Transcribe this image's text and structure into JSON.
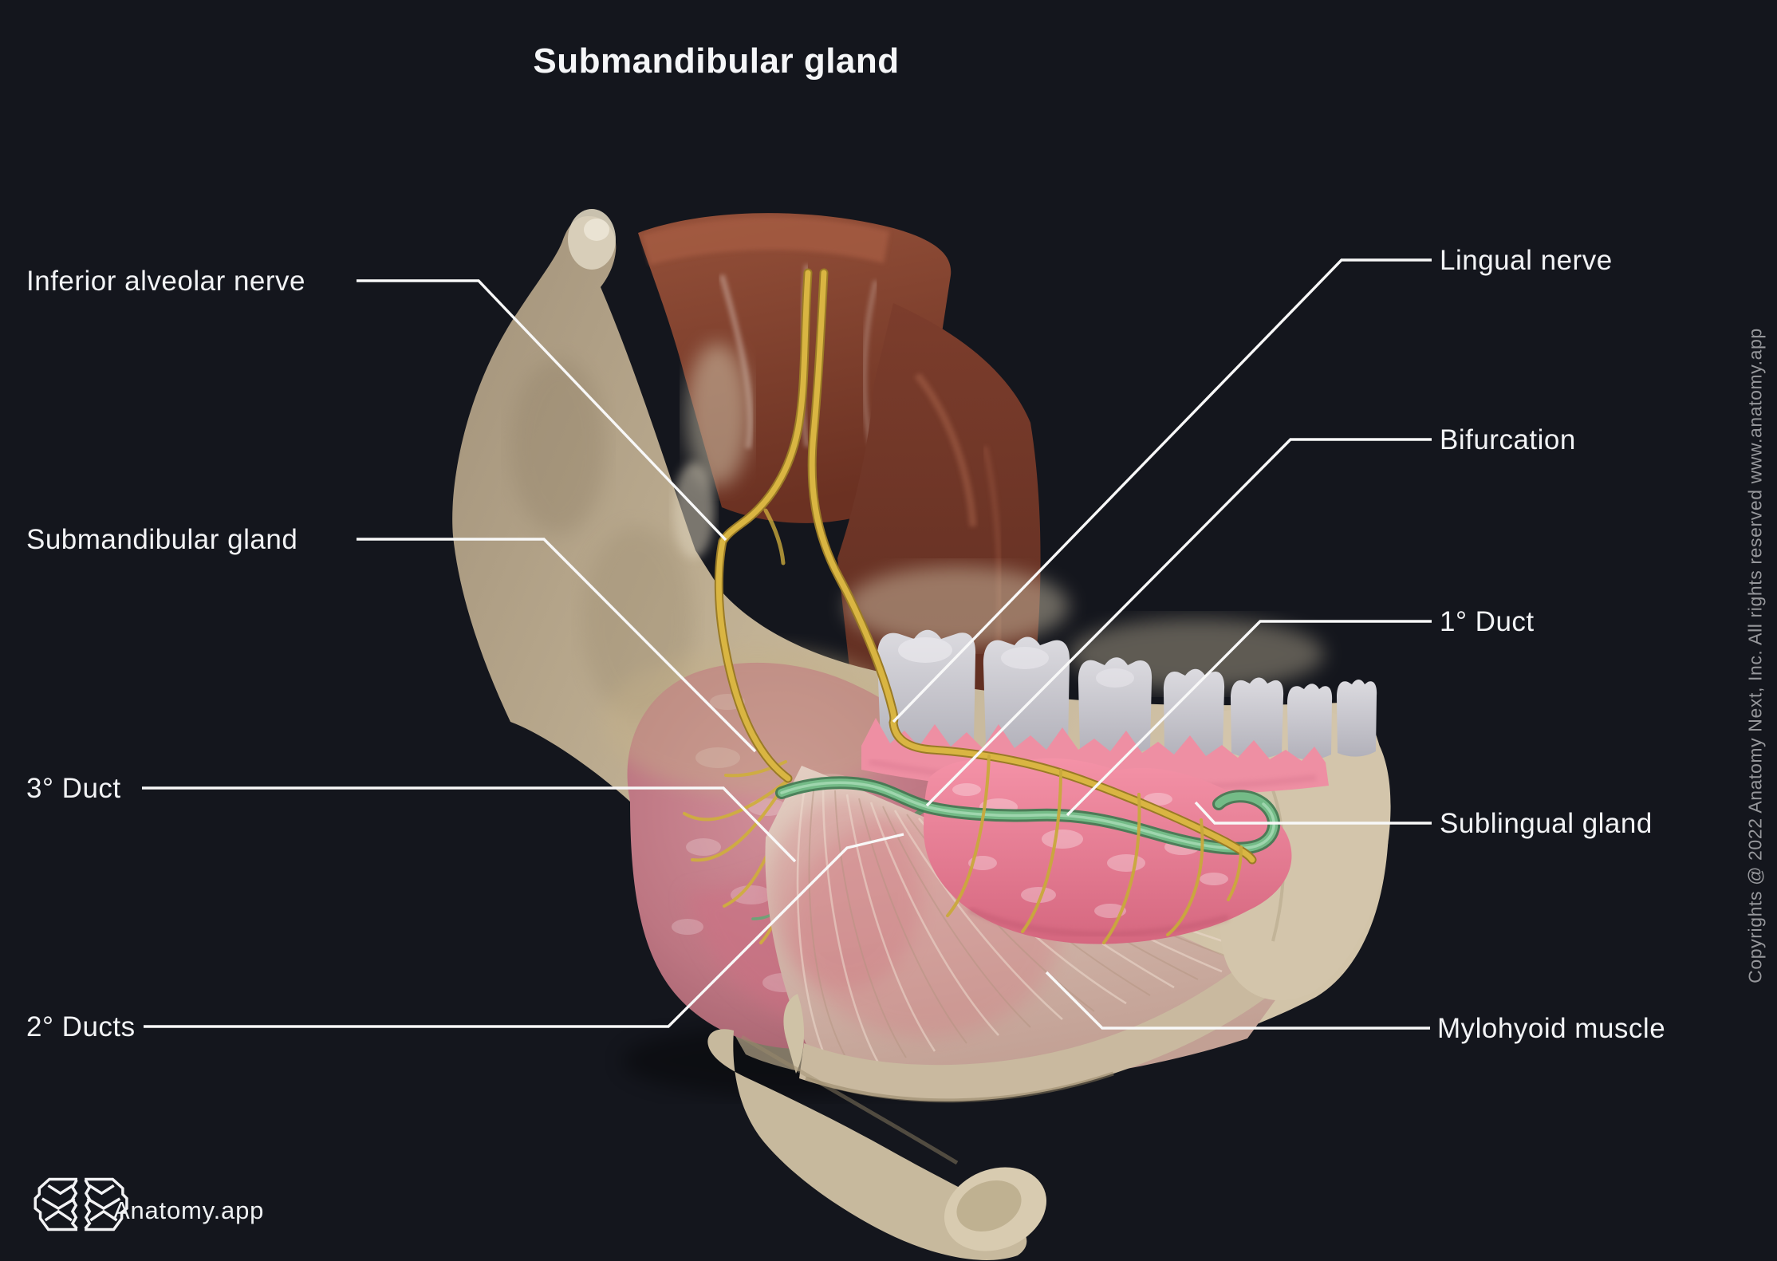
{
  "title": "Submandibular gland",
  "annotations": {
    "inferior_alveolar_nerve": "Inferior alveolar nerve",
    "submandibular_gland": "Submandibular gland",
    "tertiary_duct": "3° Duct",
    "secondary_ducts": "2° Ducts",
    "lingual_nerve": "Lingual nerve",
    "bifurcation": "Bifurcation",
    "primary_duct": "1° Duct",
    "sublingual_gland": "Sublingual gland",
    "mylohyoid_muscle": "Mylohyoid muscle"
  },
  "footer": {
    "brand": "Anatomy.app",
    "logo_icon": "brain-icon"
  },
  "copyright": "Copyrights @ 2022 Anatomy Next, Inc. All rights reserved www.anatomy.app",
  "colors": {
    "background": "#14161d",
    "label_text": "#f2f3f5",
    "leader_line": "#f8f8f8",
    "copyright_text": "#96979b",
    "bone_beige": "#c6b79c",
    "muscle_brown": "#7e4030",
    "submandibular_gland_pink": "#cd7f8b",
    "sublingual_gland_pink": "#ef899f",
    "duct_green": "#6fb581",
    "nerve_yellow": "#d6b13c",
    "mylohyoid_cream": "#dbc6ba",
    "teeth_gray": "#c8c7cc"
  }
}
